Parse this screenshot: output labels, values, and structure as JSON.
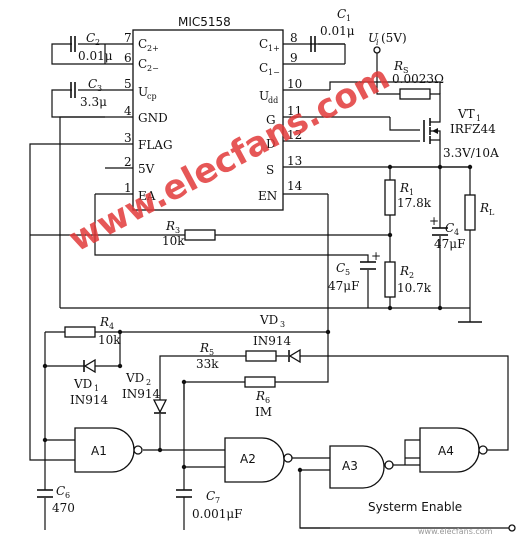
{
  "chip": {
    "name": "MIC5158",
    "left_pins": [
      {
        "num": "7",
        "label": "C",
        "sub": "2+"
      },
      {
        "num": "6",
        "label": "C",
        "sub": "2−"
      },
      {
        "num": "5",
        "label": "U",
        "sub": "cp"
      },
      {
        "num": "4",
        "label": "GND",
        "sub": ""
      },
      {
        "num": "3",
        "label": "FLAG",
        "sub": ""
      },
      {
        "num": "2",
        "label": "5V",
        "sub": ""
      },
      {
        "num": "1",
        "label": "EA",
        "sub": ""
      }
    ],
    "right_pins": [
      {
        "num": "8",
        "label": "C",
        "sub": "1+"
      },
      {
        "num": "9",
        "label": "C",
        "sub": "1−"
      },
      {
        "num": "10",
        "label": "U",
        "sub": "dd"
      },
      {
        "num": "11",
        "label": "G",
        "sub": ""
      },
      {
        "num": "12",
        "label": "D",
        "sub": ""
      },
      {
        "num": "13",
        "label": "S",
        "sub": ""
      },
      {
        "num": "14",
        "label": "EN",
        "sub": ""
      }
    ]
  },
  "components": {
    "c1": {
      "name": "C",
      "sub": "1",
      "value": "0.01μ"
    },
    "c2": {
      "name": "C",
      "sub": "2",
      "value": "0.01μ"
    },
    "c3": {
      "name": "C",
      "sub": "3",
      "value": "3.3μ"
    },
    "c4": {
      "name": "C",
      "sub": "4",
      "value": "47μF",
      "polarity": "+"
    },
    "c5": {
      "name": "C",
      "sub": "5",
      "value": "47μF",
      "polarity": "+"
    },
    "c6": {
      "name": "C",
      "sub": "6",
      "value": "470"
    },
    "c7": {
      "name": "C",
      "sub": "7",
      "value": "0.001μF"
    },
    "r1": {
      "name": "R",
      "sub": "1",
      "value": "17.8k"
    },
    "r2": {
      "name": "R",
      "sub": "2",
      "value": "10.7k"
    },
    "r3": {
      "name": "R",
      "sub": "3",
      "value": "10k"
    },
    "r4": {
      "name": "R",
      "sub": "4",
      "value": "10k"
    },
    "r5": {
      "name": "R",
      "sub": "5",
      "value": "33k"
    },
    "r6": {
      "name": "R",
      "sub": "6",
      "value": "IM"
    },
    "rs": {
      "name": "R",
      "sub": "S",
      "value": "0.0023Ω"
    },
    "rl": {
      "name": "R",
      "sub": "L"
    },
    "vt1": {
      "name": "VT",
      "sub": "1",
      "value": "IRFZ44"
    },
    "vd1": {
      "name": "VD",
      "sub": "1",
      "value": "IN914"
    },
    "vd2": {
      "name": "VD",
      "sub": "2",
      "value": "IN914"
    },
    "vd3": {
      "name": "VD",
      "sub": "3",
      "value": "IN914"
    }
  },
  "supply": {
    "name": "U",
    "sub": "i",
    "value": "(5V)"
  },
  "output_label": "3.3V/10A",
  "gates": [
    "A1",
    "A2",
    "A3",
    "A4"
  ],
  "enable_label": "Systerm Enable",
  "watermark": "www.elecfans.com",
  "watermark_small": "www.elecfans.com"
}
